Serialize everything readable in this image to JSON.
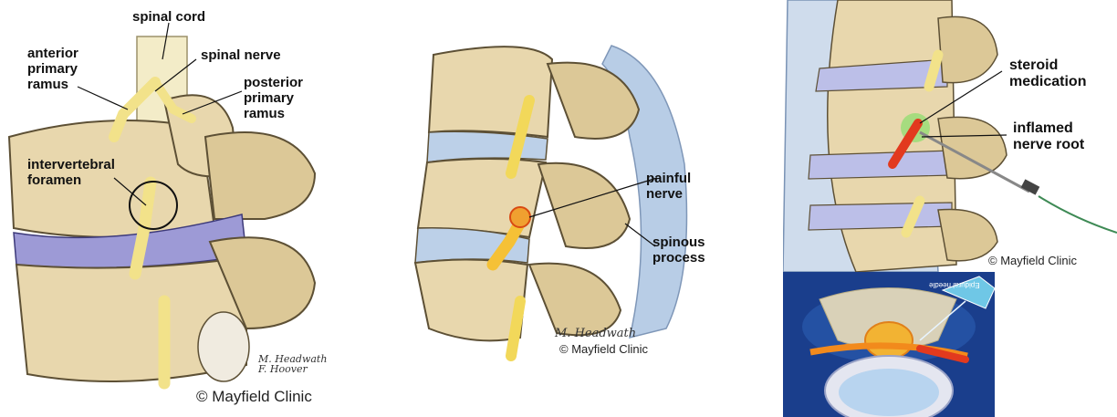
{
  "panel1": {
    "labels": {
      "spinal_cord": "spinal cord",
      "anterior_ramus": "anterior\nprimary\nramus",
      "spinal_nerve": "spinal nerve",
      "posterior_ramus": "posterior\nprimary\nramus",
      "foramen": "intervertebral\nforamen"
    },
    "signature": "M. Headwath\nF. Hoover",
    "copyright": "© Mayfield Clinic"
  },
  "panel2": {
    "labels": {
      "painful_nerve": "painful\nnerve",
      "spinous_process": "spinous\nprocess"
    },
    "signature": "M. Headwath",
    "copyright": "© Mayfield Clinic"
  },
  "panel3": {
    "labels": {
      "steroid": "steroid\nmedication",
      "inflamed": "inflamed\nnerve root"
    },
    "copyright": "© Mayfield Clinic"
  },
  "panel4": {
    "needle_label": "Epidural\nneedle"
  },
  "colors": {
    "bone": "#e8d7ad",
    "bone_shadow": "#c4aa74",
    "disc": "#9d9ad6",
    "nerve": "#f2e28a",
    "inflamed": "#e23a1e",
    "steroid_glow": "#6fe05a",
    "ligament": "#b8cde6",
    "ultrasound_blue": "#1a3e8c"
  }
}
